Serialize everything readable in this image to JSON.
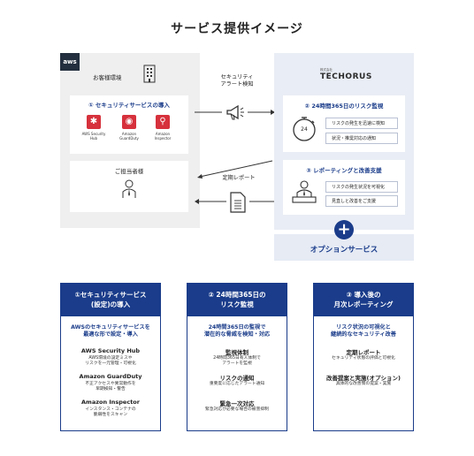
{
  "title": "サービス提供イメージ",
  "customer": {
    "logo": "aws",
    "env_label": "お客様環境",
    "intro_title": "① セキュリティサービスの導入",
    "services": [
      {
        "label": "AWS Security Hub",
        "icon": "security-hub-icon",
        "color": "#d6313c"
      },
      {
        "label": "Amazon GuardDuty",
        "icon": "guardduty-icon",
        "color": "#d6313c"
      },
      {
        "label": "Amazon Inspector",
        "icon": "inspector-icon",
        "color": "#d6313c"
      }
    ],
    "staff_title": "ご担当者様"
  },
  "middle": {
    "alert_label_1": "セキュリティ",
    "alert_label_2": "アラート検知",
    "report_label": "定期レポート"
  },
  "provider": {
    "brand_sub": "株式会社",
    "brand": "TECHORUS",
    "monitor_title": "② 24時間365日のリスク監視",
    "monitor_chips": [
      "リスクの発生を迅速に検知",
      "状況・推奨対応の通知"
    ],
    "clock_text": "24",
    "report_title": "③ レポーティングと改善支援",
    "report_chips": [
      "リスクの発生状況を可視化",
      "見直しと改善をご支援"
    ]
  },
  "option": {
    "plus": "+",
    "label": "オプションサービス"
  },
  "columns": [
    {
      "head_1": "①セキュリティサービス",
      "head_2": "(設定)の導入",
      "lead_1": "AWSのセキュリティサービスを",
      "lead_2": "最適な形で設定・導入",
      "items": [
        {
          "title": "AWS Security Hub",
          "desc_1": "AWS環境の設定ミスや",
          "desc_2": "リスクを一元管理・可視化"
        },
        {
          "title": "Amazon GuardDuty",
          "desc_1": "不正アクセスや異常動作を",
          "desc_2": "早期検知・警告"
        },
        {
          "title": "Amazon Inspector",
          "desc_1": "インスタンス・コンテナの",
          "desc_2": "脆弱性をスキャン"
        }
      ]
    },
    {
      "head_1": "② 24時間365日の",
      "head_2": "リスク監視",
      "lead_1": "24時間365日の監視で",
      "lead_2": "潜在的な脅威を検知・対応",
      "items": [
        {
          "title": "監視体制",
          "desc_1": "24時間365日有人体制で",
          "desc_2": "アラートを監視"
        },
        {
          "title": "リスクの通知",
          "desc_1": "重要度に応じたアラート通知",
          "desc_2": ""
        },
        {
          "title": "緊急一次対応",
          "desc_1": "緊急対応が必要な場合の被害抑制",
          "desc_2": ""
        }
      ]
    },
    {
      "head_1": "③ 導入後の",
      "head_2": "月次レポーティング",
      "lead_1": "リスク状況の可視化と",
      "lead_2": "継続的なセキュリティ改善",
      "items": [
        {
          "title": "定期レポート",
          "desc_1": "セキュリティ状態の評価と可視化",
          "desc_2": ""
        },
        {
          "title": "改善提案と実施(オプション)",
          "desc_1": "具体的な改善策の提案・実施",
          "desc_2": ""
        }
      ]
    }
  ]
}
